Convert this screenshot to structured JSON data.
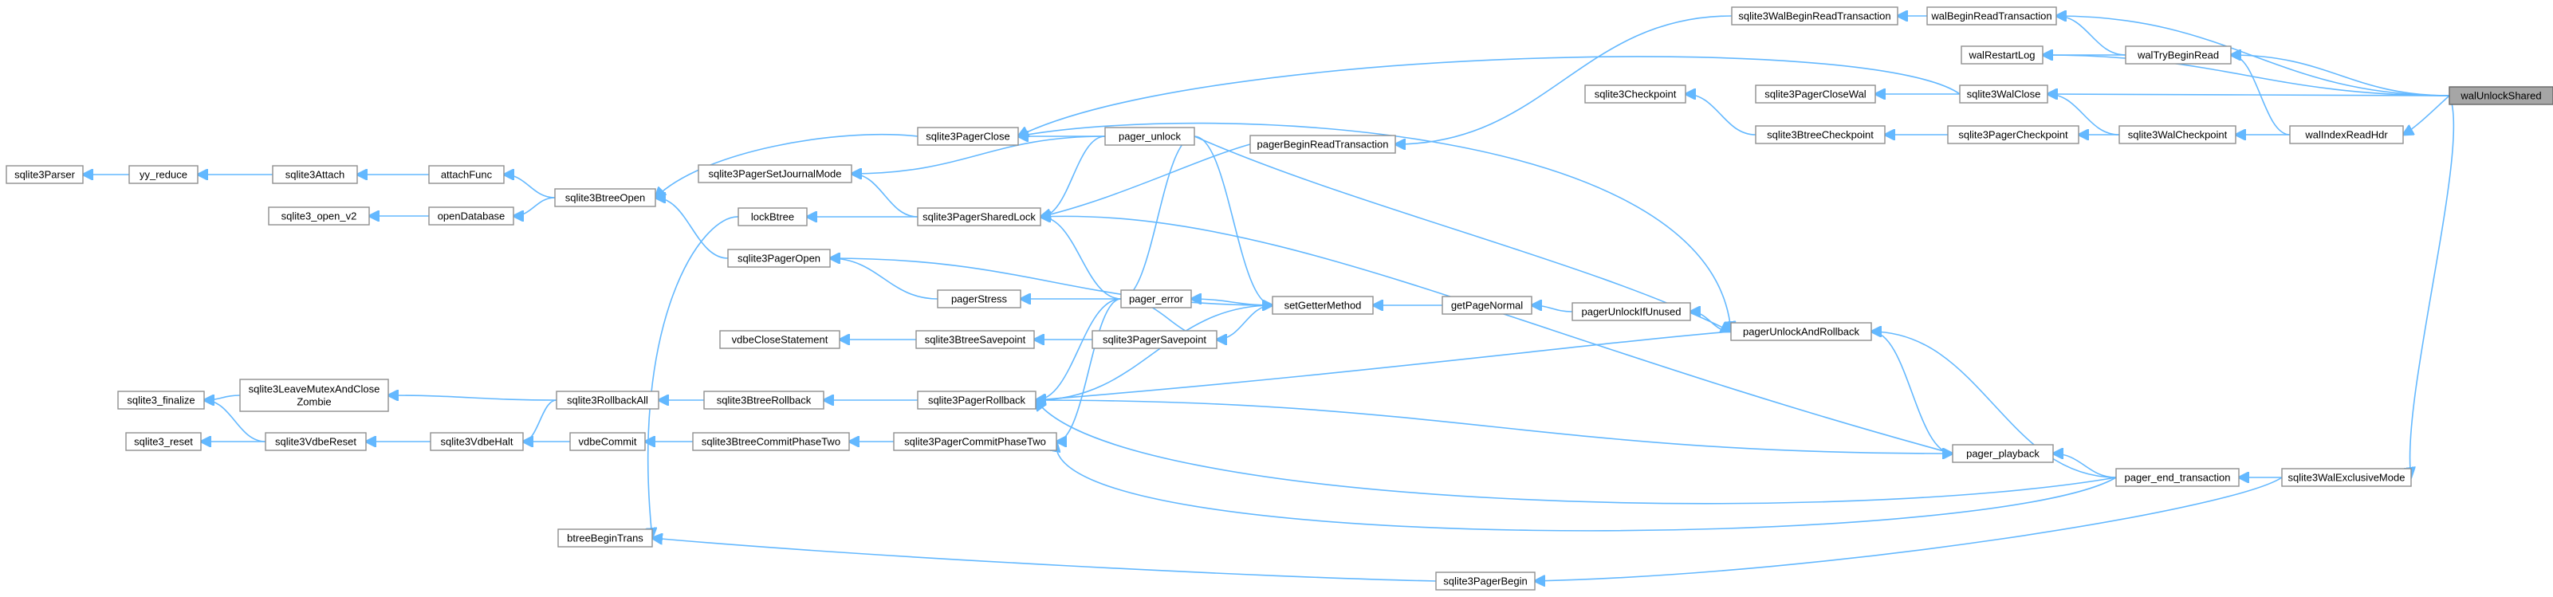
{
  "diagram": {
    "type": "call-graph",
    "root": "walUnlockShared",
    "colors": {
      "edge": "#63b8ff",
      "node_border": "#8f8f8f",
      "root_fill": "#a6a6a6"
    },
    "nodes": [
      {
        "id": "walUnlockShared",
        "label": "walUnlockShared",
        "root": true
      },
      {
        "id": "walBeginReadTransaction",
        "label": "walBeginReadTransaction"
      },
      {
        "id": "walTryBeginRead",
        "label": "walTryBeginRead"
      },
      {
        "id": "walRestartLog",
        "label": "walRestartLog"
      },
      {
        "id": "sqlite3WalBeginReadTransaction",
        "label": "sqlite3WalBeginReadTransaction"
      },
      {
        "id": "walIndexReadHdr",
        "label": "walIndexReadHdr"
      },
      {
        "id": "sqlite3WalCheckpoint",
        "label": "sqlite3WalCheckpoint"
      },
      {
        "id": "sqlite3WalClose",
        "label": "sqlite3WalClose"
      },
      {
        "id": "sqlite3WalExclusiveMode",
        "label": "sqlite3WalExclusiveMode"
      },
      {
        "id": "sqlite3PagerCloseWal",
        "label": "sqlite3PagerCloseWal"
      },
      {
        "id": "sqlite3PagerCheckpoint",
        "label": "sqlite3PagerCheckpoint"
      },
      {
        "id": "sqlite3Checkpoint",
        "label": "sqlite3Checkpoint"
      },
      {
        "id": "sqlite3BtreeCheckpoint",
        "label": "sqlite3BtreeCheckpoint"
      },
      {
        "id": "pagerBeginReadTransaction",
        "label": "pagerBeginReadTransaction"
      },
      {
        "id": "pager_unlock",
        "label": "pager_unlock"
      },
      {
        "id": "sqlite3PagerClose",
        "label": "sqlite3PagerClose"
      },
      {
        "id": "sqlite3PagerSetJournalMode",
        "label": "sqlite3PagerSetJournalMode"
      },
      {
        "id": "sqlite3PagerSharedLock",
        "label": "sqlite3PagerSharedLock"
      },
      {
        "id": "lockBtree",
        "label": "lockBtree"
      },
      {
        "id": "sqlite3PagerOpen",
        "label": "sqlite3PagerOpen"
      },
      {
        "id": "sqlite3BtreeOpen",
        "label": "sqlite3BtreeOpen"
      },
      {
        "id": "attachFunc",
        "label": "attachFunc"
      },
      {
        "id": "sqlite3Attach",
        "label": "sqlite3Attach"
      },
      {
        "id": "yy_reduce",
        "label": "yy_reduce"
      },
      {
        "id": "sqlite3Parser",
        "label": "sqlite3Parser"
      },
      {
        "id": "openDatabase",
        "label": "openDatabase"
      },
      {
        "id": "sqlite3_open_v2",
        "label": "sqlite3_open_v2"
      },
      {
        "id": "pagerStress",
        "label": "pagerStress"
      },
      {
        "id": "pager_error",
        "label": "pager_error"
      },
      {
        "id": "setGetterMethod",
        "label": "setGetterMethod"
      },
      {
        "id": "getPageNormal",
        "label": "getPageNormal"
      },
      {
        "id": "pagerUnlockIfUnused",
        "label": "pagerUnlockIfUnused"
      },
      {
        "id": "pagerUnlockAndRollback",
        "label": "pagerUnlockAndRollback"
      },
      {
        "id": "vdbeCloseStatement",
        "label": "vdbeCloseStatement"
      },
      {
        "id": "sqlite3BtreeSavepoint",
        "label": "sqlite3BtreeSavepoint"
      },
      {
        "id": "sqlite3PagerSavepoint",
        "label": "sqlite3PagerSavepoint"
      },
      {
        "id": "sqlite3PagerRollback",
        "label": "sqlite3PagerRollback"
      },
      {
        "id": "sqlite3BtreeRollback",
        "label": "sqlite3BtreeRollback"
      },
      {
        "id": "sqlite3RollbackAll",
        "label": "sqlite3RollbackAll"
      },
      {
        "id": "sqlite3LeaveMutexAndCloseZombie",
        "label": [
          "sqlite3LeaveMutexAndClose",
          "Zombie"
        ]
      },
      {
        "id": "sqlite3_finalize",
        "label": "sqlite3_finalize"
      },
      {
        "id": "sqlite3VdbeReset",
        "label": "sqlite3VdbeReset"
      },
      {
        "id": "sqlite3_reset",
        "label": "sqlite3_reset"
      },
      {
        "id": "sqlite3VdbeHalt",
        "label": "sqlite3VdbeHalt"
      },
      {
        "id": "vdbeCommit",
        "label": "vdbeCommit"
      },
      {
        "id": "sqlite3BtreeCommitPhaseTwo",
        "label": "sqlite3BtreeCommitPhaseTwo"
      },
      {
        "id": "sqlite3PagerCommitPhaseTwo",
        "label": "sqlite3PagerCommitPhaseTwo"
      },
      {
        "id": "pager_playback",
        "label": "pager_playback"
      },
      {
        "id": "pager_end_transaction",
        "label": "pager_end_transaction"
      },
      {
        "id": "btreeBeginTrans",
        "label": "btreeBeginTrans"
      },
      {
        "id": "sqlite3PagerBegin",
        "label": "sqlite3PagerBegin"
      }
    ],
    "edges": [
      [
        "walBeginReadTransaction",
        "walUnlockShared"
      ],
      [
        "walTryBeginRead",
        "walUnlockShared"
      ],
      [
        "walRestartLog",
        "walUnlockShared"
      ],
      [
        "sqlite3WalClose",
        "walUnlockShared"
      ],
      [
        "walIndexReadHdr",
        "walUnlockShared"
      ],
      [
        "sqlite3WalExclusiveMode",
        "walUnlockShared"
      ],
      [
        "sqlite3WalBeginReadTransaction",
        "walBeginReadTransaction"
      ],
      [
        "walBeginReadTransaction",
        "walTryBeginRead"
      ],
      [
        "walRestartLog",
        "walTryBeginRead"
      ],
      [
        "walTryBeginRead",
        "walIndexReadHdr"
      ],
      [
        "sqlite3WalCheckpoint",
        "walIndexReadHdr"
      ],
      [
        "pagerBeginReadTransaction",
        "sqlite3WalBeginReadTransaction"
      ],
      [
        "sqlite3PagerCloseWal",
        "sqlite3WalClose"
      ],
      [
        "sqlite3PagerClose",
        "sqlite3WalClose"
      ],
      [
        "sqlite3WalClose",
        "sqlite3WalCheckpoint"
      ],
      [
        "sqlite3PagerCheckpoint",
        "sqlite3WalCheckpoint"
      ],
      [
        "sqlite3BtreeCheckpoint",
        "sqlite3PagerCheckpoint"
      ],
      [
        "sqlite3Checkpoint",
        "sqlite3BtreeCheckpoint"
      ],
      [
        "sqlite3PagerSharedLock",
        "pagerBeginReadTransaction"
      ],
      [
        "pager_end_transaction",
        "sqlite3WalExclusiveMode"
      ],
      [
        "sqlite3PagerBegin",
        "sqlite3WalExclusiveMode"
      ],
      [
        "pagerUnlockAndRollback",
        "sqlite3PagerClose"
      ],
      [
        "sqlite3PagerClose",
        "pager_unlock"
      ],
      [
        "sqlite3PagerSetJournalMode",
        "pager_unlock"
      ],
      [
        "sqlite3PagerSharedLock",
        "pager_unlock"
      ],
      [
        "pager_error",
        "pager_unlock"
      ],
      [
        "pagerUnlockAndRollback",
        "pager_unlock"
      ],
      [
        "sqlite3BtreeOpen",
        "sqlite3PagerClose"
      ],
      [
        "lockBtree",
        "sqlite3PagerSharedLock"
      ],
      [
        "sqlite3PagerSetJournalMode",
        "sqlite3PagerSharedLock"
      ],
      [
        "sqlite3PagerSharedLock",
        "pager_error"
      ],
      [
        "btreeBeginTrans",
        "lockBtree"
      ],
      [
        "sqlite3BtreeOpen",
        "sqlite3PagerOpen"
      ],
      [
        "attachFunc",
        "sqlite3BtreeOpen"
      ],
      [
        "openDatabase",
        "sqlite3BtreeOpen"
      ],
      [
        "sqlite3Attach",
        "attachFunc"
      ],
      [
        "yy_reduce",
        "sqlite3Attach"
      ],
      [
        "sqlite3Parser",
        "yy_reduce"
      ],
      [
        "sqlite3_open_v2",
        "openDatabase"
      ],
      [
        "sqlite3PagerOpen",
        "pagerStress"
      ],
      [
        "pagerStress",
        "pager_error"
      ],
      [
        "pager_error",
        "setGetterMethod"
      ],
      [
        "sqlite3PagerOpen",
        "setGetterMethod"
      ],
      [
        "sqlite3PagerSavepoint",
        "setGetterMethod"
      ],
      [
        "sqlite3PagerRollback",
        "setGetterMethod"
      ],
      [
        "setGetterMethod",
        "pager_unlock"
      ],
      [
        "setGetterMethod",
        "getPageNormal"
      ],
      [
        "getPageNormal",
        "pagerUnlockIfUnused"
      ],
      [
        "pagerUnlockIfUnused",
        "pagerUnlockAndRollback"
      ],
      [
        "vdbeCloseStatement",
        "sqlite3BtreeSavepoint"
      ],
      [
        "sqlite3BtreeSavepoint",
        "sqlite3PagerSavepoint"
      ],
      [
        "sqlite3PagerSavepoint",
        "pager_error"
      ],
      [
        "sqlite3PagerRollback",
        "pager_error"
      ],
      [
        "sqlite3PagerCommitPhaseTwo",
        "pager_error"
      ],
      [
        "sqlite3PagerRollback",
        "pagerUnlockAndRollback"
      ],
      [
        "sqlite3BtreeRollback",
        "sqlite3PagerRollback"
      ],
      [
        "sqlite3RollbackAll",
        "sqlite3BtreeRollback"
      ],
      [
        "sqlite3LeaveMutexAndCloseZombie",
        "sqlite3RollbackAll"
      ],
      [
        "sqlite3VdbeHalt",
        "sqlite3RollbackAll"
      ],
      [
        "sqlite3_finalize",
        "sqlite3LeaveMutexAndCloseZombie"
      ],
      [
        "sqlite3_finalize",
        "sqlite3VdbeReset"
      ],
      [
        "sqlite3_reset",
        "sqlite3VdbeReset"
      ],
      [
        "sqlite3VdbeReset",
        "sqlite3VdbeHalt"
      ],
      [
        "sqlite3VdbeHalt",
        "vdbeCommit"
      ],
      [
        "vdbeCommit",
        "sqlite3BtreeCommitPhaseTwo"
      ],
      [
        "sqlite3BtreeCommitPhaseTwo",
        "sqlite3PagerCommitPhaseTwo"
      ],
      [
        "sqlite3PagerCommitPhaseTwo",
        "pager_end_transaction"
      ],
      [
        "sqlite3PagerRollback",
        "pager_playback"
      ],
      [
        "sqlite3PagerRollback",
        "pager_end_transaction"
      ],
      [
        "sqlite3PagerSharedLock",
        "pager_playback"
      ],
      [
        "pager_playback",
        "pagerUnlockAndRollback"
      ],
      [
        "pager_playback",
        "pager_end_transaction"
      ],
      [
        "pagerUnlockAndRollback",
        "pager_end_transaction"
      ],
      [
        "btreeBeginTrans",
        "sqlite3PagerBegin"
      ]
    ]
  }
}
